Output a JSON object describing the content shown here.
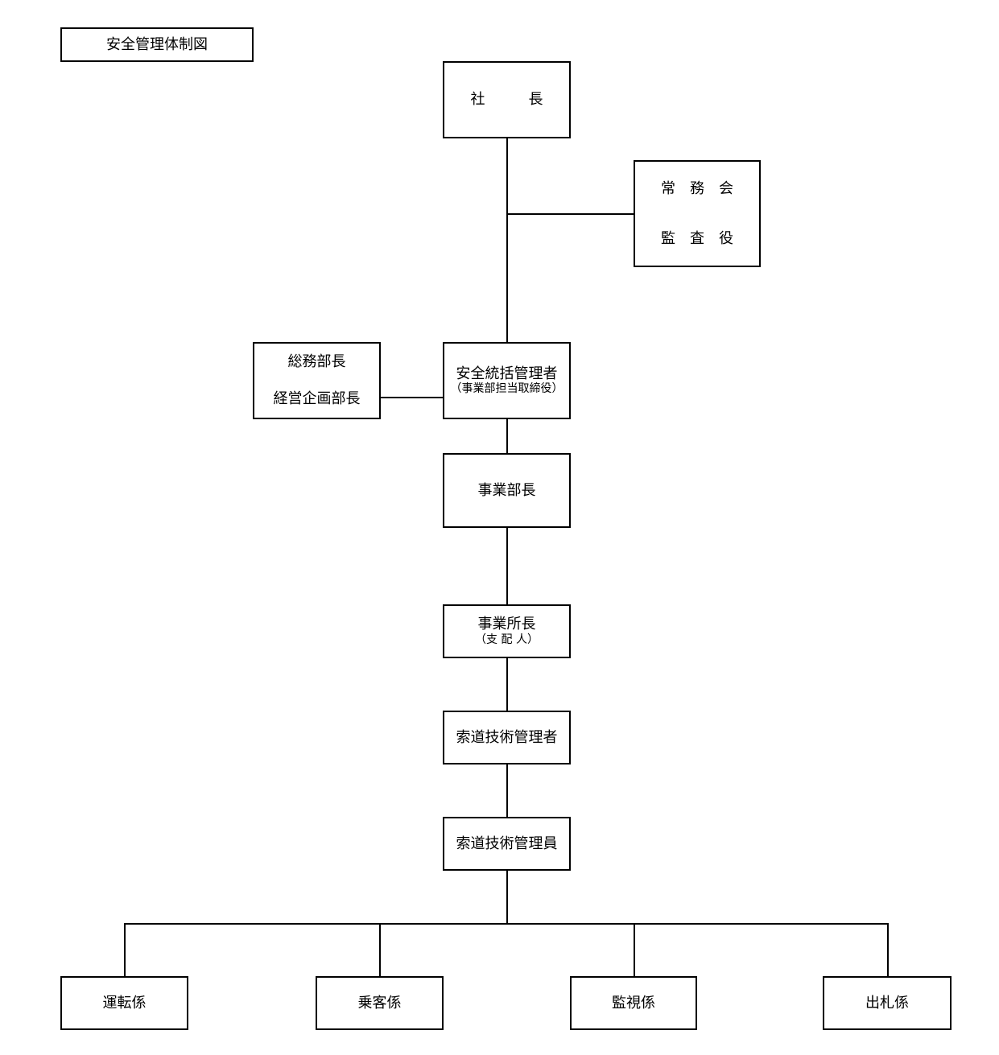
{
  "title": "安全管理体制図",
  "nodes": {
    "president": "社　　　長",
    "board": {
      "line1": "常　務　会",
      "line2": "監　査　役"
    },
    "general_affairs": {
      "line1": "総務部長",
      "line2": "経営企画部長"
    },
    "safety_manager": {
      "line1": "安全統括管理者",
      "line2": "（事業部担当取締役）"
    },
    "division_head": "事業部長",
    "office_head": {
      "line1": "事業所長",
      "line2": "（支 配 人）"
    },
    "ropeway_tech_manager": "索道技術管理者",
    "ropeway_tech_staff": "索道技術管理員",
    "staff": [
      "運転係",
      "乗客係",
      "監視係",
      "出札係"
    ]
  }
}
